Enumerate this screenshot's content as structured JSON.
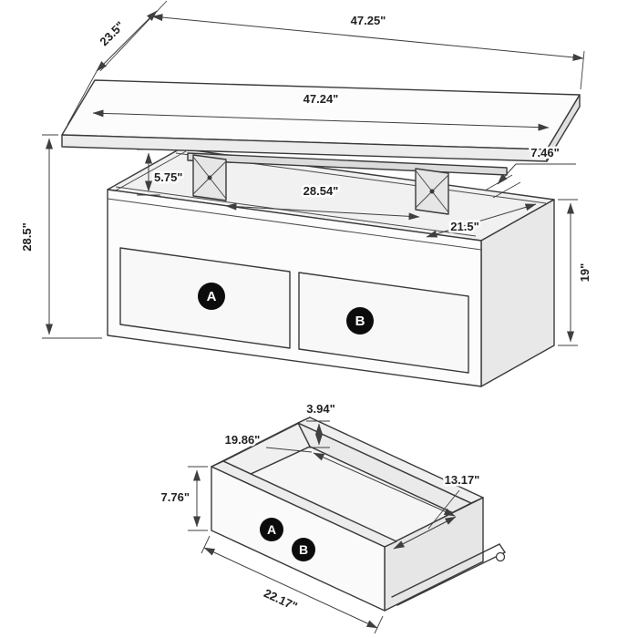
{
  "main": {
    "dims": {
      "overall_width": "47.25\"",
      "top_depth": "23.5\"",
      "top_width": "47.24\"",
      "right_lift_gap": "7.46\"",
      "left_lift_gap": "5.75\"",
      "opening_width": "28.54\"",
      "opening_depth": "21.5\"",
      "overall_height": "28.5\"",
      "base_height": "19\""
    },
    "badges": {
      "a": "A",
      "b": "B"
    }
  },
  "drawer": {
    "dims": {
      "back_height": "3.94\"",
      "interior_width": "19.86\"",
      "interior_depth": "13.17\"",
      "front_height": "7.76\"",
      "width": "22.17\""
    },
    "badges": {
      "a": "A",
      "b": "B"
    }
  },
  "colors": {
    "line": "#3a3a3a",
    "badge_bg": "#0c0c0c",
    "badge_text": "#ffffff",
    "background": "#ffffff"
  }
}
